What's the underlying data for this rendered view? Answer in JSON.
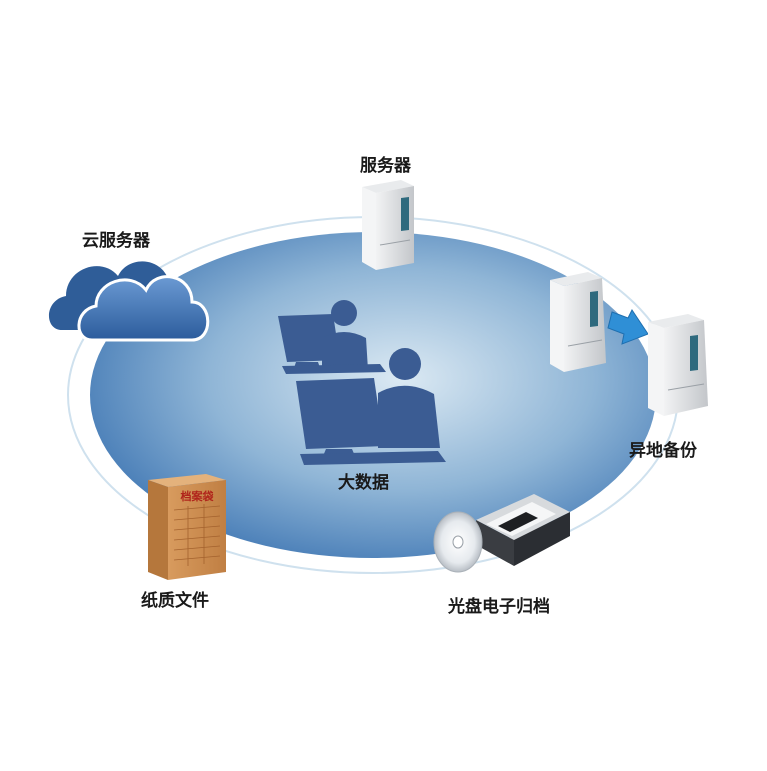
{
  "labels": {
    "server": "服务器",
    "cloud_server": "云服务器",
    "remote_backup": "异地备份",
    "big_data": "大数据",
    "paper_files": "纸质文件",
    "disc_archive": "光盘电子归档",
    "archive_box_stamp": "档案袋"
  },
  "colors": {
    "ellipse_center": "#cfe2ef",
    "ellipse_edge": "#3f76b3",
    "person_icon": "#3b5c93",
    "cloud": "#3f6fae",
    "server_body": "#d6d8db",
    "arrow": "#2f8fd6",
    "box": "#c98b4e"
  }
}
